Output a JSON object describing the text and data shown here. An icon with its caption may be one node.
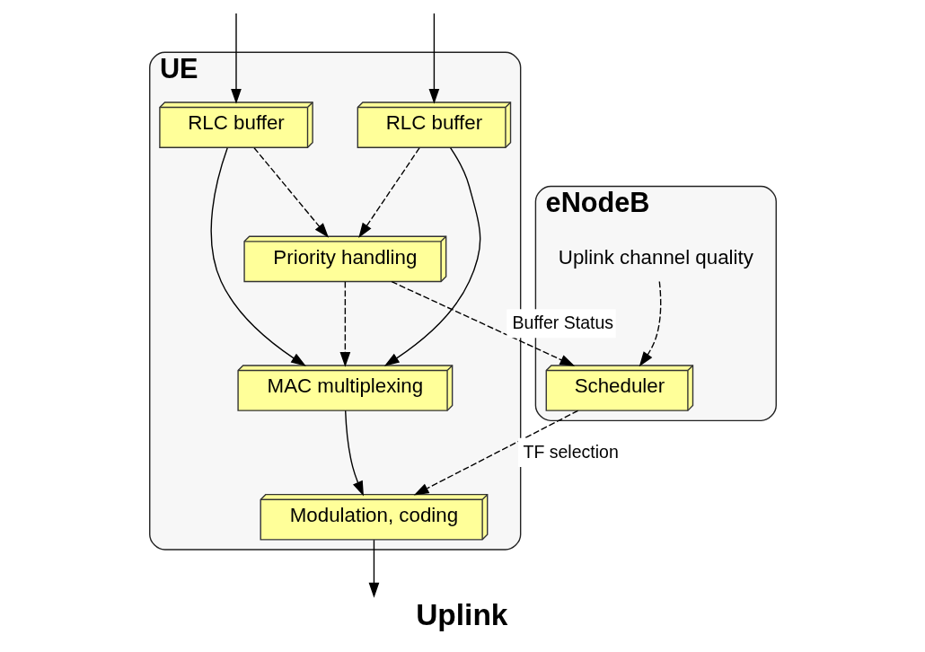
{
  "diagram": {
    "caption": "Uplink",
    "nodes": [
      {
        "text": [
          "eNodeB"
        ]
      },
      {
        "text": [
          "Scheduler"
        ],
        "in": 0
      },
      {
        "text": [
          "Uplink channel quality"
        ],
        "in": 0
      },
      {
        "text": [
          "UE"
        ]
      },
      {
        "text": [
          "Modulation, coding"
        ],
        "in": 3
      },
      {
        "text": [
          "Priority handling"
        ],
        "in": 3
      },
      {
        "text": [
          "MAC multiplexing"
        ],
        "in": 3
      },
      {
        "text": [
          "RLC buffer"
        ],
        "in": 3
      },
      {
        "text": [
          "RLC buffer"
        ],
        "in": 3
      }
    ],
    "edges": [
      {
        "from": 2,
        "to": 1,
        "arrow": "to",
        "style": "dashed"
      },
      {
        "from": 5,
        "to": 1,
        "arrow": "to",
        "style": "dashed",
        "label": "Buffer Status"
      },
      {
        "from": 1,
        "to": 4,
        "arrow": "to",
        "style": "dashed",
        "label": "TF selection"
      },
      {
        "from": 5,
        "to": 6,
        "arrow": "to",
        "style": "dashed"
      },
      {
        "from": 6,
        "to": 4,
        "arrow": "to"
      },
      {
        "from": 4,
        "to": null,
        "arrow": "to"
      },
      {
        "from": 7,
        "to": 6,
        "arrow": "to"
      },
      {
        "from": 8,
        "to": 6,
        "arrow": "to"
      },
      {
        "from": 7,
        "to": 5,
        "arrow": "to",
        "style": "dashed"
      },
      {
        "from": 8,
        "to": 5,
        "arrow": "to",
        "style": "dashed"
      },
      {
        "from": null,
        "to": 7,
        "arrow": "to"
      },
      {
        "from": null,
        "to": 8,
        "arrow": "to"
      }
    ]
  }
}
